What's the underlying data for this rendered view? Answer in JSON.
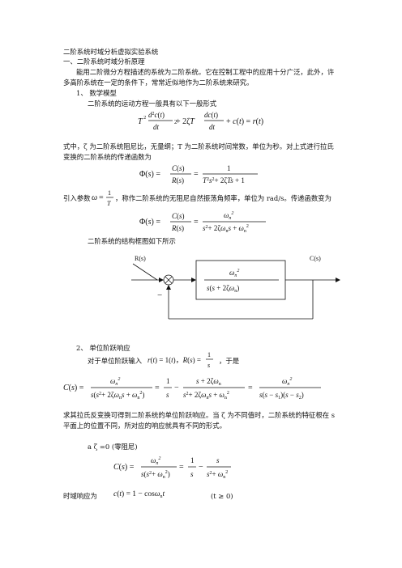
{
  "document": {
    "title": "二阶系统时域分析虚拟实验系统",
    "section1": "一、二阶系统时域分析原理",
    "para1_line1": "能用二阶微分方程描述的系统为二阶系统。它在控制工程中的应用十分广泛，此外，许",
    "para1_line2": "多高阶系统在一定的条件下，常常近似地作为二阶系统来研究。",
    "sub1": "1、 数学模型",
    "motion_eq_intro": "二阶系统的运动方程一般具有以下一般形式",
    "param_line1": "式中，ζ 为二阶系统阻尼比，无量纲；T 为二阶系统时间常数，单位为秒。对上式进行拉氏",
    "param_line2": "变换的二阶系统的传递函数为",
    "omega_intro_a": "引入参数",
    "omega_intro_b": "，称作二阶系统的无阻尼自然振荡角频率，单位为 rad/s。传递函数变为",
    "block_intro": "二阶系统的结构框图如下所示",
    "block_input": "R(s)",
    "block_output": "C(s)",
    "block_minus": "−",
    "sub2": "2、 单位阶跃响应",
    "step_intro_a": "对于单位阶跃输入",
    "step_intro_b": "，于是",
    "solve_line1": "求其拉氏反变换可得到二阶系统的单位阶跃响应。当 ζ 为不同值时，二阶系统的特征根在 s",
    "solve_line2": "平面上的位置不同，所对应的响应就具有不同的形式。",
    "case_a": "a  ζ  =0 (零阻尼)",
    "time_resp_label": "时域响应为",
    "time_resp_cond": "(t ≥ 0)"
  }
}
